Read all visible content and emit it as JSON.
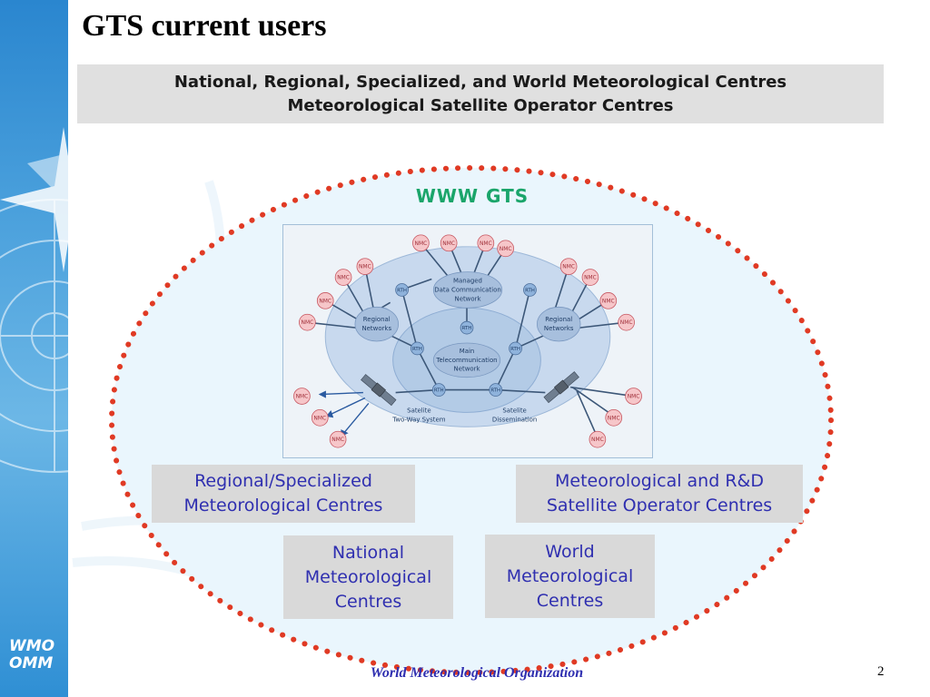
{
  "slide": {
    "title": "GTS current users",
    "header_lines": [
      "National, Regional, Specialized, and World Meteorological Centres",
      "Meteorological Satellite Operator Centres"
    ]
  },
  "logo": {
    "line1": "WMO",
    "line2": "OMM"
  },
  "ellipse_label": "WWW GTS",
  "diagram": {
    "networks": {
      "mdcn": [
        "Managed",
        "Data Communication",
        "Network"
      ],
      "mtn": [
        "Main",
        "Telecommunication",
        "Network"
      ],
      "regional_left": [
        "Regional",
        "Networks"
      ],
      "regional_right": [
        "Regional",
        "Networks"
      ]
    },
    "node_labels": {
      "nmc": "NMC",
      "rth": "RTH"
    },
    "satellite_two_way": [
      "Satelite",
      "Two-Way System"
    ],
    "satellite_dissemination": [
      "Satelite",
      "Dissemination"
    ]
  },
  "categories": {
    "regional": [
      "Regional/Specialized",
      "Meteorological Centres"
    ],
    "satellite": [
      "Meteorological and R&D",
      "Satellite Operator Centres"
    ],
    "national": [
      "National",
      "Meteorological",
      "Centres"
    ],
    "world": [
      "World",
      "Meteorological",
      "Centres"
    ]
  },
  "footer": {
    "organization": "World Meteorological Organization",
    "page_number": "2"
  },
  "colors": {
    "dotted_ring": "#e03a24",
    "ellipse_fill": "#eaf6fd",
    "gts_label": "#1aa56a",
    "category_text": "#2f2fb0",
    "nmc_fill": "#f6c6c9",
    "rth_fill": "#8fb3dc"
  }
}
